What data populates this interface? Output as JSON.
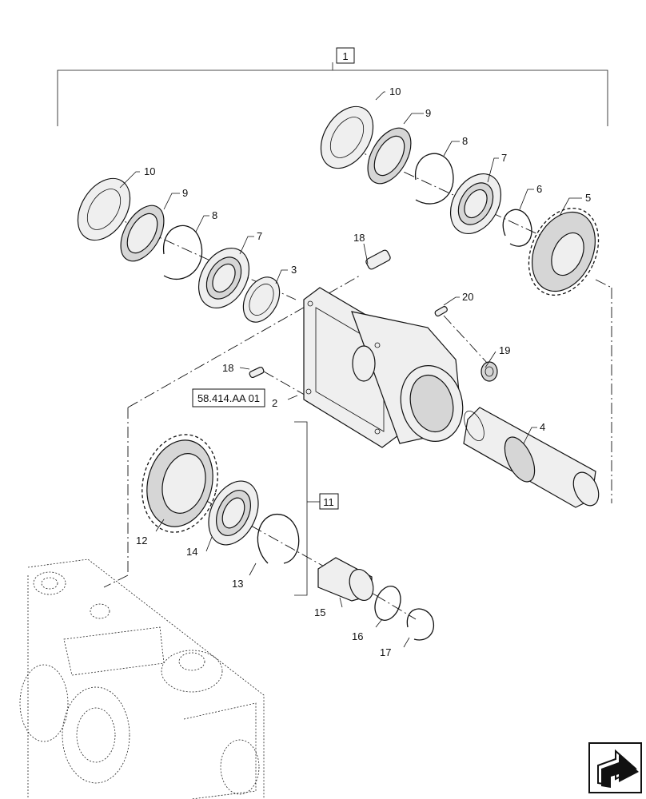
{
  "callouts": {
    "c1": "1",
    "c2": "2",
    "c3": "3",
    "c4": "4",
    "c5": "5",
    "c6": "6",
    "c7a": "7",
    "c7b": "7",
    "c8a": "8",
    "c8b": "8",
    "c9a": "9",
    "c9b": "9",
    "c10a": "10",
    "c10b": "10",
    "c11": "11",
    "c12": "12",
    "c13": "13",
    "c14": "14",
    "c15": "15",
    "c16": "16",
    "c17": "17",
    "c18a": "18",
    "c18b": "18",
    "c19": "19",
    "c20": "20"
  },
  "reference": "58.414.AA 01",
  "icons": {
    "navigation": "return-arrow-icon"
  }
}
